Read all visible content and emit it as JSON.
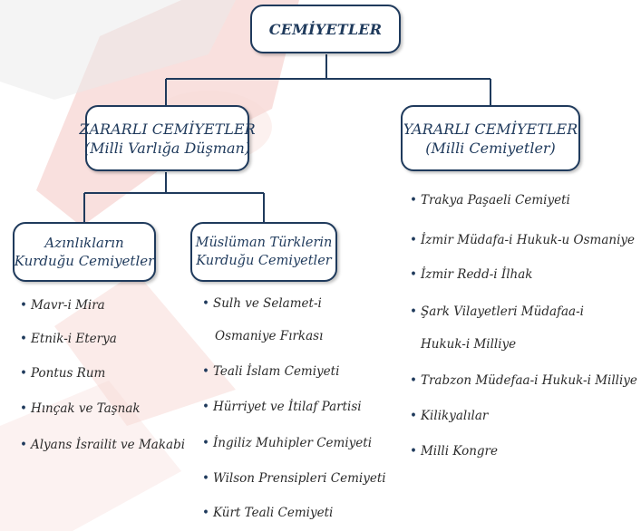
{
  "root": {
    "label": "CEMİYETLER"
  },
  "left_group": {
    "line1": "ZARARLI CEMİYETLER",
    "line2": "(Milli Varlığa Düşman)"
  },
  "right_group": {
    "line1": "YARARLI CEMİYETLER",
    "line2": "(Milli Cemiyetler)"
  },
  "minority_group": {
    "line1": "Azınlıkların",
    "line2": "Kurduğu Cemiyetler"
  },
  "muslim_group": {
    "line1": "Müslüman Türklerin",
    "line2": "Kurduğu Cemiyetler"
  },
  "minority_items": [
    "Mavr-i Mira",
    "Etnik-i Eterya",
    "Pontus Rum",
    "Hınçak ve Taşnak",
    "Alyans İsrailit ve Makabi"
  ],
  "muslim_items": [
    "Sulh ve Selamet-i",
    "Osmaniye Fırkası",
    "Teali İslam Cemiyeti",
    "Hürriyet ve İtilaf Partisi",
    "İngiliz Muhipler Cemiyeti",
    "Wilson Prensipleri Cemiyeti",
    "Kürt Teali Cemiyeti"
  ],
  "useful_items": [
    "Trakya Paşaeli Cemiyeti",
    "İzmir Müdafa-i Hukuk-u Osmaniye",
    "İzmir Redd-i İlhak",
    "Şark Vilayetleri Müdafaa-i",
    "Hukuk-i Milliye",
    "Trabzon Müdefaa-i Hukuk-i Milliye",
    "Kilikyalılar",
    "Milli Kongre"
  ],
  "colors": {
    "box_border": "#1f3a5c",
    "connector": "#1f3a5c",
    "watermark_red": "#e0463f",
    "watermark_gray": "#c8c8c8"
  }
}
